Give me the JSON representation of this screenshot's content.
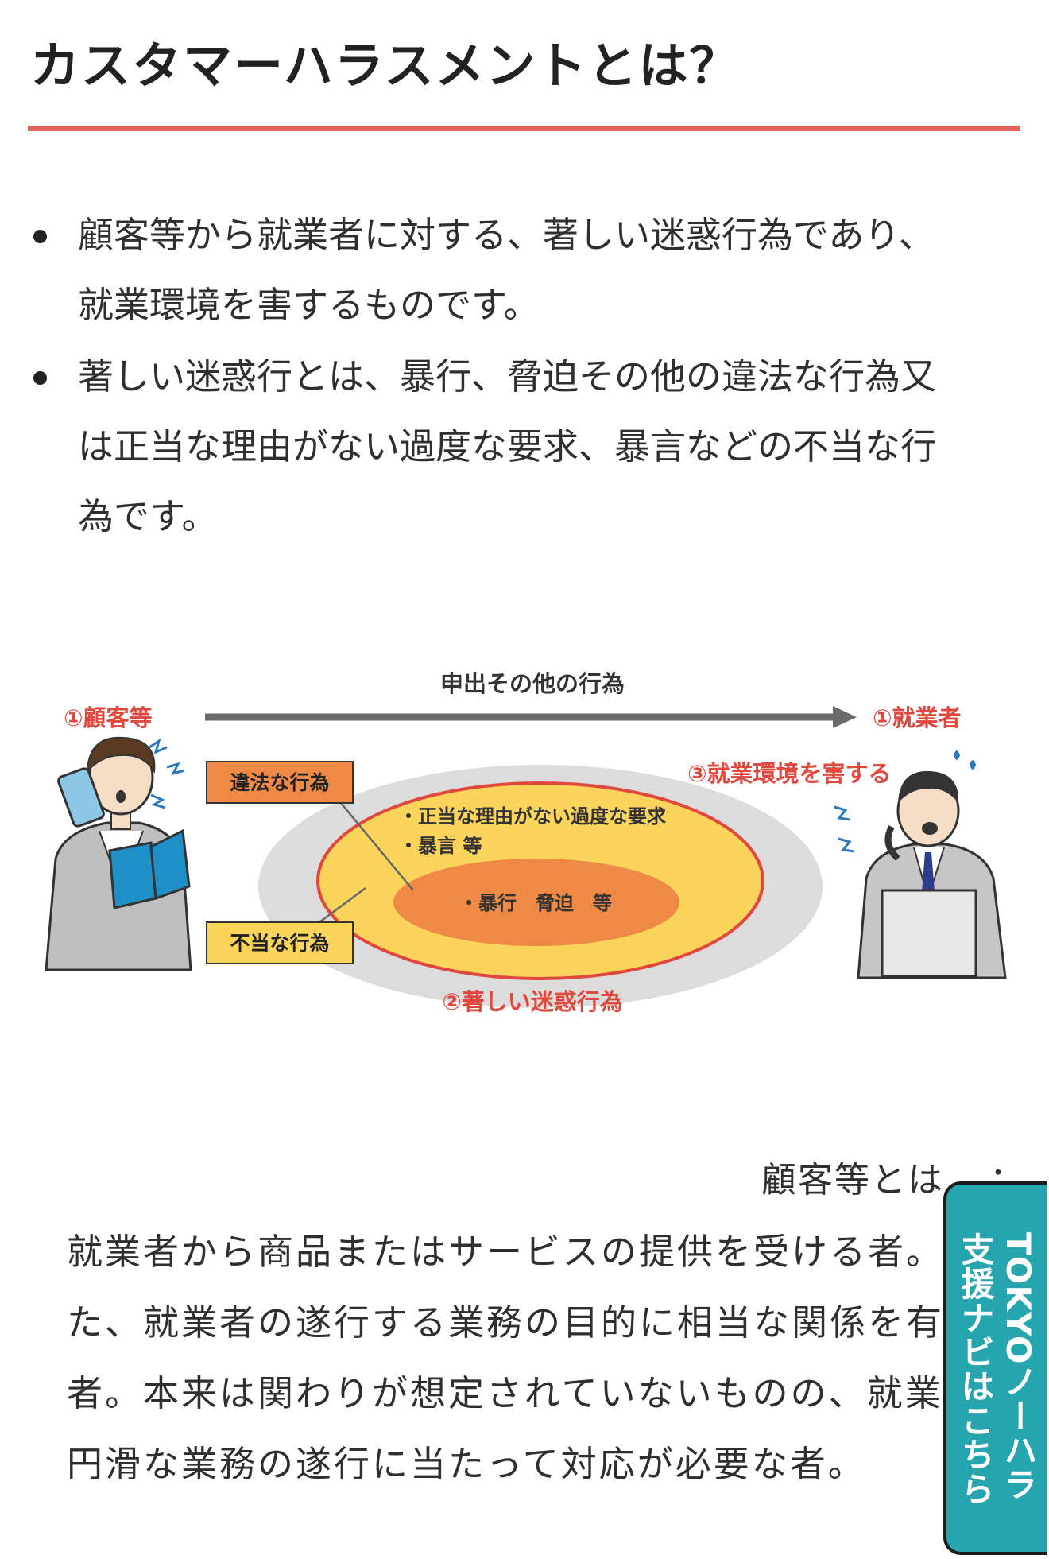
{
  "header": {
    "title": "カスタマーハラスメントとは？"
  },
  "intro": {
    "bullets": [
      {
        "line1": "顧客等から就業者に対する、著しい迷惑行為であり、",
        "line2": "就業環境を害するものです。"
      },
      {
        "line1": "著しい迷惑行とは、暴行、脅迫その他の違法な行為又",
        "line2": "は正当な理由がない過度な要求、暴言などの不当な行",
        "line3": "為です。"
      }
    ]
  },
  "diagram": {
    "arrow_label": "申出その他の行為",
    "left_party": "①顧客等",
    "right_party": "①就業者",
    "env_label": "③就業環境を害する",
    "illegal_label": "違法な行為",
    "improper_label": "不当な行為",
    "outer_item1": "・正当な理由がない過度な要求",
    "outer_item2": "・暴言 等",
    "inner_item": "・暴行　脅迫　等",
    "bottom_label": "②著しい迷惑行為",
    "colors": {
      "red": "#e0483e",
      "orange": "#ee8a46",
      "yellow": "#fbd55b",
      "grey": "#dcdcdc",
      "arrow": "#6a6a6a"
    }
  },
  "definition": {
    "heading": "顧客等とは",
    "colon": "：",
    "lines": [
      "就業者から商品またはサービスの提供を受ける者。ま",
      "た、就業者の遂行する業務の目的に相当な関係を有する",
      "者。本来は関わりが想定されていないものの、就業者が",
      "円滑な業務の遂行に当たって対応が必要な者。"
    ]
  },
  "side_tab": {
    "line1": "TOKYOノーハラ",
    "line2": "支援ナビはこちら"
  }
}
